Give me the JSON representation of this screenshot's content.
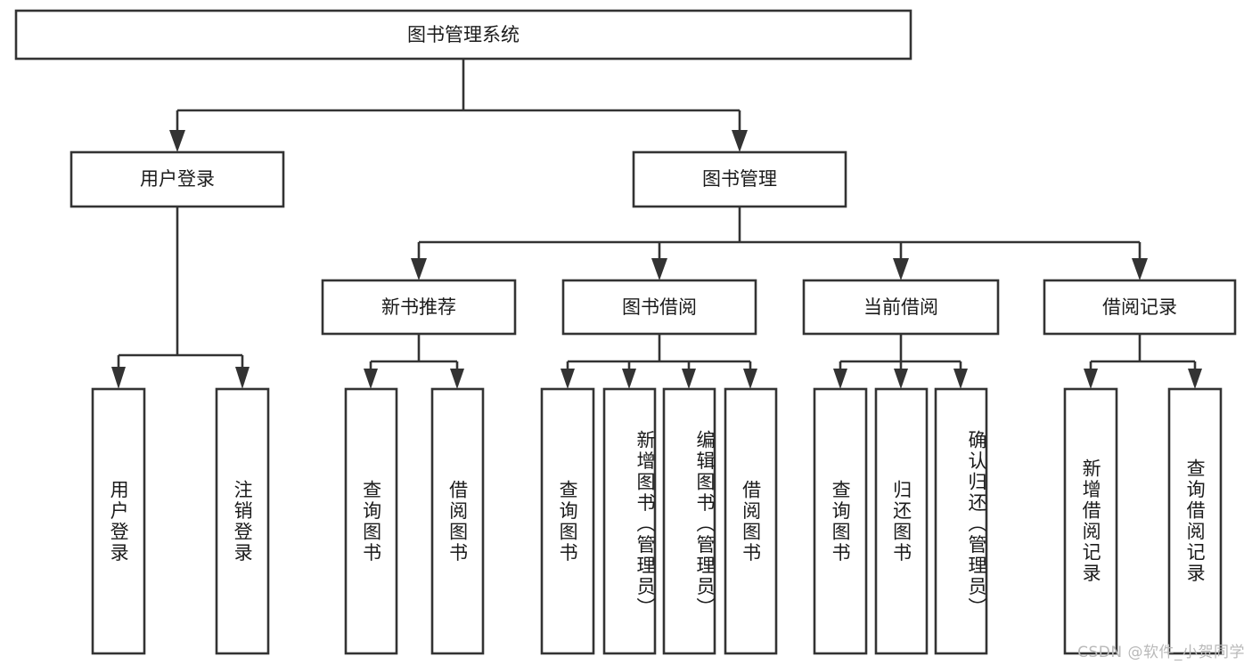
{
  "diagram": {
    "type": "tree",
    "title": "图书管理系统",
    "orientation": "top-down",
    "watermark": "CSDN @软件_小贺同学",
    "colors": {
      "background": "#ffffff",
      "stroke": "#333333",
      "node_fill": "#ffffff",
      "text": "#1b1b1b",
      "watermark": "#b9b9b9"
    },
    "levels": {
      "root": {
        "label": "图书管理系统"
      },
      "level2": [
        {
          "label": "用户登录"
        },
        {
          "label": "图书管理"
        }
      ],
      "level3": [
        {
          "label": "新书推荐"
        },
        {
          "label": "图书借阅"
        },
        {
          "label": "当前借阅"
        },
        {
          "label": "借阅记录"
        }
      ],
      "leaves": [
        {
          "label": "用户登录",
          "parent": "用户登录"
        },
        {
          "label": "注销登录",
          "parent": "用户登录"
        },
        {
          "label": "查询图书",
          "parent": "新书推荐"
        },
        {
          "label": "借阅图书",
          "parent": "新书推荐"
        },
        {
          "label": "查询图书",
          "parent": "图书借阅"
        },
        {
          "label": "新增图书（管理员）",
          "parent": "图书借阅"
        },
        {
          "label": "编辑图书（管理员）",
          "parent": "图书借阅"
        },
        {
          "label": "借阅图书",
          "parent": "图书借阅"
        },
        {
          "label": "查询图书",
          "parent": "当前借阅"
        },
        {
          "label": "归还图书",
          "parent": "当前借阅"
        },
        {
          "label": "确认归还（管理员）",
          "parent": "当前借阅"
        },
        {
          "label": "新增借阅记录",
          "parent": "借阅记录"
        },
        {
          "label": "查询借阅记录",
          "parent": "借阅记录"
        }
      ]
    }
  }
}
